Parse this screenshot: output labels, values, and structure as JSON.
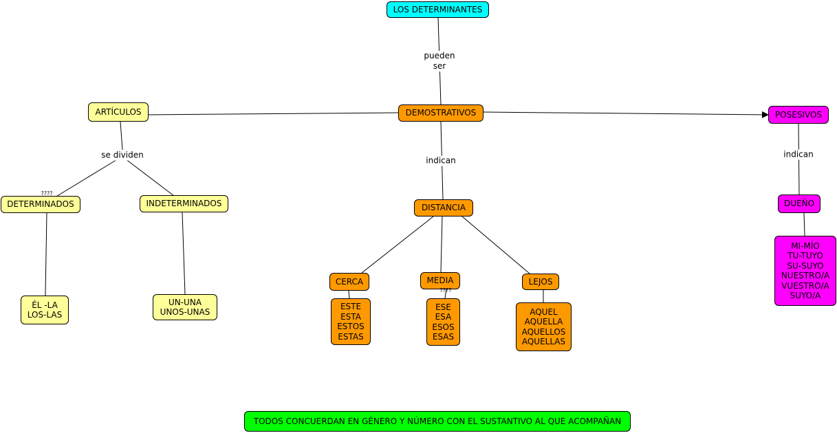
{
  "concepts": {
    "root": "LOS DETERMINANTES",
    "demostrativos": "DEMOSTRATIVOS",
    "articulos": "ARTÍCULOS",
    "posesivos": "POSESIVOS",
    "determinados": "DETERMINADOS",
    "indeterminados": "INDETERMINADOS",
    "el_la": "ÉL -LA\nLOS-LAS",
    "un_una": "UN-UNA\nUNOS-UNAS",
    "distancia": "DISTANCIA",
    "cerca": "CERCA",
    "media": "MEDIA",
    "lejos": "LEJOS",
    "este": "ESTE\nESTA\nESTOS\nESTAS",
    "ese": "ESE\nESA\nESOS\nESAS",
    "aquel": "AQUEL\nAQUELLA\nAQUELLOS\nAQUELLAS",
    "dueno": "DUEÑO",
    "mi_mio": "MI-MÍO\nTU-TUYO\nSU-SUYO\nNUESTRO/A\nVUESTRO/A\nSUYO/A",
    "footer": "TODOS CONCUERDAN EN GÉNERO Y NÚMERO CON EL SUSTANTIVO AL QUE ACOMPAÑAN"
  },
  "link_labels": {
    "pueden_ser": "pueden\nser",
    "se_dividen": "se dividen",
    "indican_distancia": "indican",
    "indican_dueno": "indican",
    "determinados_marker": "????",
    "media_marker": "????"
  },
  "colors": {
    "root": "#00ffff",
    "articulos_branch": "#ffff99",
    "demostrativos_branch": "#ff9900",
    "posesivos_branch": "#ff00ff",
    "footer": "#00ff00",
    "link": "#000000"
  }
}
